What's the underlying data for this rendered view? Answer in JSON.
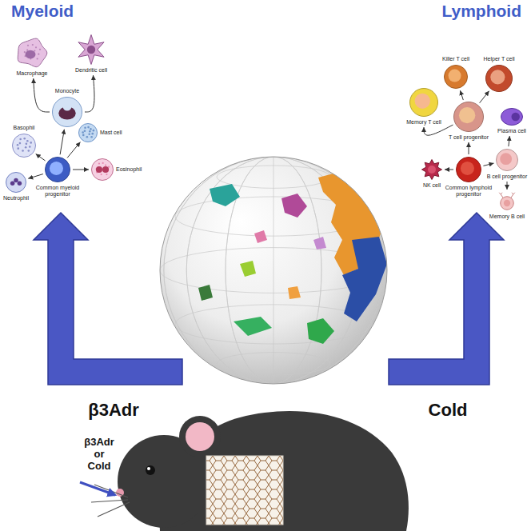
{
  "diagram": {
    "nodes": [
      {
        "text": [
          "Macrophage"
        ]
      },
      {
        "text": [
          "Dendritic cell"
        ]
      },
      {
        "text": [
          "Monocyte"
        ]
      },
      {
        "text": [
          "Mast cell"
        ]
      },
      {
        "text": [
          "Basophil"
        ]
      },
      {
        "text": [
          "Common myeloid progenitor"
        ]
      },
      {
        "text": [
          "Eosinophil"
        ]
      },
      {
        "text": [
          "Neutrophil"
        ]
      },
      {
        "text": [
          "Killer T cell"
        ]
      },
      {
        "text": [
          "Helper T cell"
        ]
      },
      {
        "text": [
          "Memory T cell"
        ]
      },
      {
        "text": [
          "T cell progenitor"
        ]
      },
      {
        "text": [
          "Plasma cell"
        ]
      },
      {
        "text": [
          "NK cell"
        ]
      },
      {
        "text": [
          "Common lymphoid progenitor"
        ]
      },
      {
        "text": [
          "B cell progenitor"
        ]
      },
      {
        "text": [
          "Memory B cell"
        ]
      }
    ],
    "edges": [
      {
        "from": 2,
        "to": 0,
        "arrow": "to"
      },
      {
        "from": 2,
        "to": 1,
        "arrow": "to"
      },
      {
        "from": 5,
        "to": 2,
        "arrow": "to"
      },
      {
        "from": 5,
        "to": 3,
        "arrow": "to"
      },
      {
        "from": 5,
        "to": 4,
        "arrow": "to"
      },
      {
        "from": 5,
        "to": 6,
        "arrow": "to"
      },
      {
        "from": 5,
        "to": 7,
        "arrow": "to"
      },
      {
        "from": 11,
        "to": 8,
        "arrow": "to"
      },
      {
        "from": 11,
        "to": 9,
        "arrow": "to"
      },
      {
        "from": 11,
        "to": 10,
        "arrow": "to"
      },
      {
        "from": 14,
        "to": 11,
        "arrow": "to"
      },
      {
        "from": 14,
        "to": 13,
        "arrow": "to"
      },
      {
        "from": 14,
        "to": 15,
        "arrow": "to"
      },
      {
        "from": 15,
        "to": 12,
        "arrow": "to"
      },
      {
        "from": 15,
        "to": 16,
        "arrow": "to"
      }
    ],
    "labels": [
      "Myeloid",
      "Lymphoid",
      "β3Adr",
      "Cold",
      "β3Adr or Cold"
    ]
  }
}
